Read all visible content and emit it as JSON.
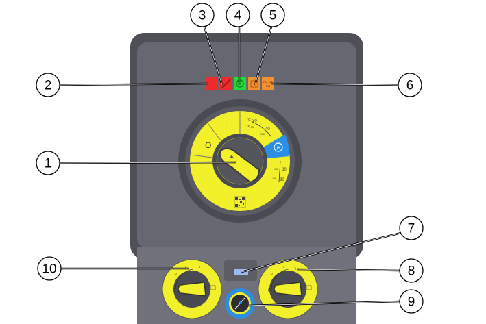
{
  "colors": {
    "panel_outer": "#4f4f57",
    "panel_inner": "#676772",
    "bottom_panel": "#71717b",
    "yellow": "#f2f02a",
    "blue": "#2b8fe6",
    "red": "#ee2a2a",
    "green": "#27d83a",
    "orange": "#f5902e"
  },
  "callouts": [
    "1",
    "2",
    "3",
    "4",
    "5",
    "6",
    "7",
    "8",
    "9",
    "10"
  ],
  "main_dial": {
    "off": "O",
    "on": "I",
    "unit_c": "°C",
    "unit_f": "°F",
    "c_30": "30",
    "c_40": "40",
    "f_85": "85",
    "f_105": "105",
    "c_80": "80",
    "c_90": "90",
    "f_175": "175",
    "f_195": "195",
    "eco": "e"
  },
  "indicator_text": {
    "line1": "RM 110",
    "line2": "RM"
  },
  "left_knob": {
    "s0": "0",
    "s2": "2",
    "s4": "4",
    "s6": "6"
  },
  "right_knob": {
    "s0": "0",
    "s2": "2",
    "s4": "4",
    "s6": "6"
  }
}
